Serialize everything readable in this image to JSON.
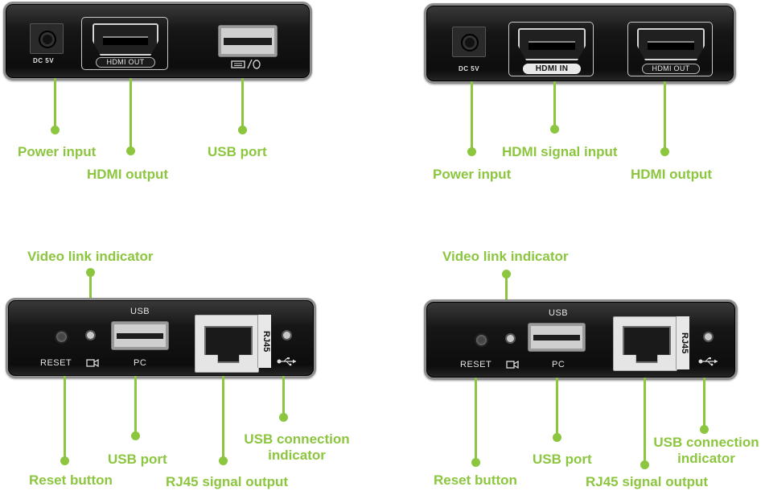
{
  "top_left": {
    "panel_text": {
      "dc": "DC 5V",
      "hdmi": "HDMI OUT"
    },
    "labels": {
      "power": "Power input",
      "hdmi": "HDMI output",
      "usb": "USB port"
    }
  },
  "top_right": {
    "panel_text": {
      "dc": "DC 5V",
      "hdmi_in": "HDMI IN",
      "hdmi_out": "HDMI OUT"
    },
    "labels": {
      "power": "Power input",
      "hdmi_in": "HDMI signal input",
      "hdmi_out": "HDMI output"
    }
  },
  "bottom_left": {
    "panel_text": {
      "usb": "USB",
      "reset": "RESET",
      "pc": "PC",
      "rj45": "RJ45"
    },
    "labels": {
      "video": "Video link indicator",
      "reset": "Reset button",
      "usb": "USB port",
      "rj45": "RJ45 signal output",
      "usb_conn_1": "USB connection",
      "usb_conn_2": "indicator"
    }
  },
  "bottom_right": {
    "panel_text": {
      "usb": "USB",
      "reset": "RESET",
      "pc": "PC",
      "rj45": "RJ45"
    },
    "labels": {
      "video": "Video link indicator",
      "reset": "Reset button",
      "usb": "USB port",
      "rj45": "RJ45 signal output",
      "usb_conn_1": "USB connection",
      "usb_conn_2": "indicator"
    }
  },
  "colors": {
    "accent": "#8cc63f",
    "panel": "#111111"
  },
  "icons": {
    "keyboard_mouse": "keyboard-mouse-icon",
    "camera": "video-camera-icon",
    "usb": "usb-trident-icon"
  }
}
